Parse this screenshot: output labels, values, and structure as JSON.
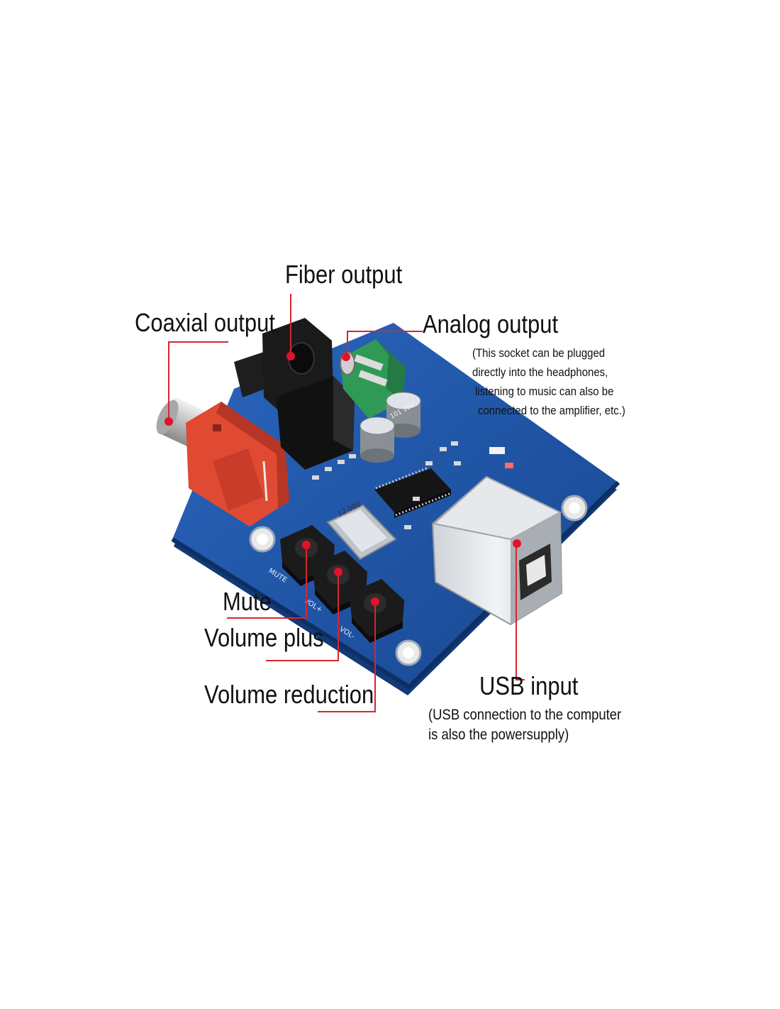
{
  "title": "USB DAC board connector diagram",
  "labels": {
    "fiber_output": "Fiber output",
    "coaxial_output": "Coaxial output",
    "analog_output": "Analog output",
    "analog_note": [
      "(This socket can be plugged",
      "directly into the headphones,",
      "listening to music can also be",
      "connected to the amplifier, etc.)"
    ],
    "mute": "Mute",
    "volume_plus": "Volume plus",
    "volume_reduction": "Volume reduction",
    "usb_input": "USB input",
    "usb_note": [
      "(USB connection to the computer",
      "is also the powersupply)"
    ]
  },
  "silkscreen": {
    "mute": "MUTE",
    "vol_plus": "VOL+",
    "vol_minus": "VOL-",
    "crystal": "12.000",
    "capacitor": "101 16V"
  },
  "colors": {
    "pcb": "#1f54a8",
    "pcb_edge": "#153f82",
    "callout_line": "#d9252f",
    "callout_dot": "#e3122a",
    "rca_housing": "#e04a33",
    "analog_jack": "#2f9a56"
  }
}
